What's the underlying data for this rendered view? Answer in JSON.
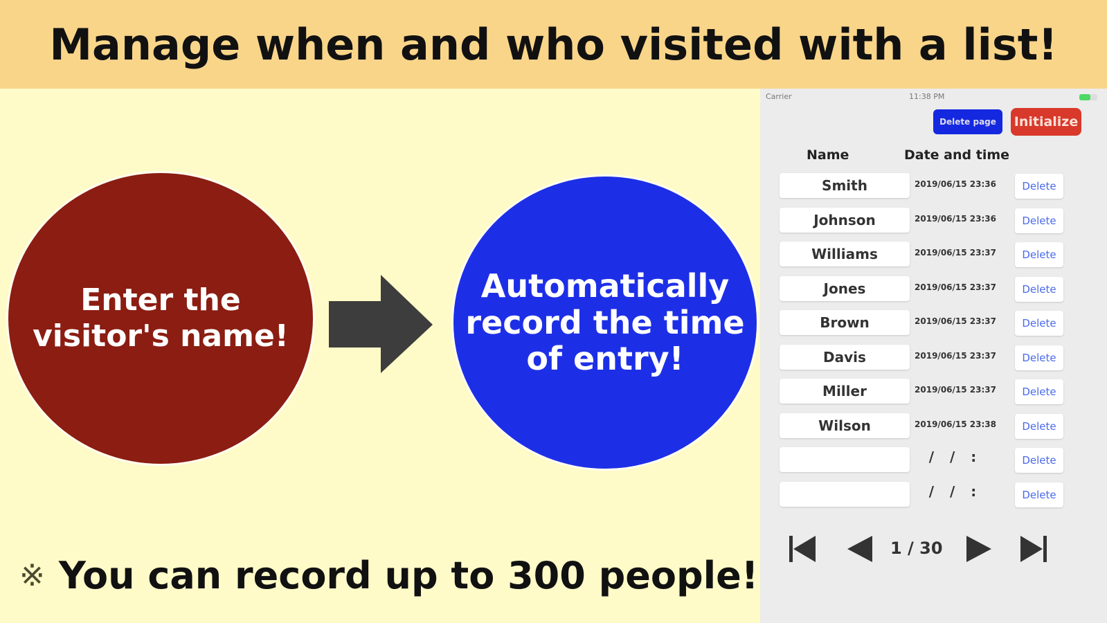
{
  "banner": {
    "title": "Manage when and who visited with a list!"
  },
  "left": {
    "circle_left": {
      "line1": "Enter the",
      "line2": "visitor's name!",
      "color": "#8b1d12"
    },
    "arrow": {
      "icon": "right-arrow-icon",
      "color": "#3d3d3d"
    },
    "circle_right": {
      "line1": "Automatically",
      "line2": "record the time",
      "line3": "of entry!",
      "color": "#1d2fe6"
    },
    "note": {
      "mark": "※",
      "text": "You can record up to 300 people!"
    }
  },
  "phone": {
    "status": {
      "carrier": "Carrier",
      "time": "11:38 PM"
    },
    "buttons": {
      "delete_page": "Delete page",
      "initialize": "Initialize"
    },
    "columns": {
      "name": "Name",
      "date": "Date and time"
    },
    "rows": [
      {
        "name": "Smith",
        "date": "2019/06/15 23:36",
        "delete": "Delete"
      },
      {
        "name": "Johnson",
        "date": "2019/06/15 23:36",
        "delete": "Delete"
      },
      {
        "name": "Williams",
        "date": "2019/06/15 23:37",
        "delete": "Delete"
      },
      {
        "name": "Jones",
        "date": "2019/06/15 23:37",
        "delete": "Delete"
      },
      {
        "name": "Brown",
        "date": "2019/06/15 23:37",
        "delete": "Delete"
      },
      {
        "name": "Davis",
        "date": "2019/06/15 23:37",
        "delete": "Delete"
      },
      {
        "name": "Miller",
        "date": "2019/06/15 23:37",
        "delete": "Delete"
      },
      {
        "name": "Wilson",
        "date": "2019/06/15 23:38",
        "delete": "Delete"
      },
      {
        "name": "",
        "date": "/ / :",
        "delete": "Delete"
      },
      {
        "name": "",
        "date": "/ / :",
        "delete": "Delete"
      }
    ],
    "pager": {
      "label": "1 / 30",
      "current": 1,
      "total": 30
    }
  }
}
